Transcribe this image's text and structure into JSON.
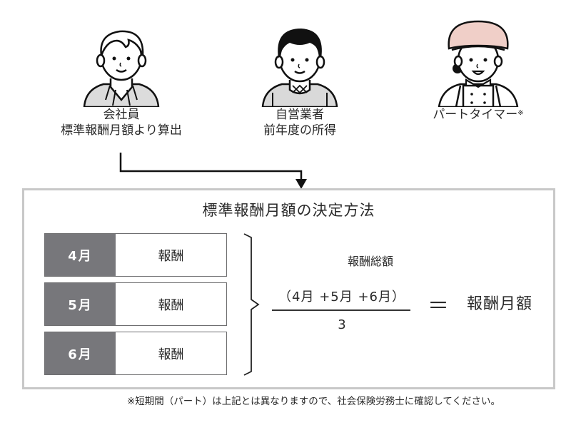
{
  "persons": [
    {
      "label_line1": "会社員",
      "label_line2": "標準報酬月額より算出",
      "icon": "office-worker-icon"
    },
    {
      "label_line1": "自営業者",
      "label_line2": "前年度の所得",
      "icon": "self-employed-icon"
    },
    {
      "label_line1": "パートタイマー",
      "note_mark": "※",
      "icon": "part-timer-icon"
    }
  ],
  "main": {
    "title": "標準報酬月額の決定方法",
    "rows": [
      {
        "month": "4月",
        "value": "報酬"
      },
      {
        "month": "5月",
        "value": "報酬"
      },
      {
        "month": "6月",
        "value": "報酬"
      }
    ],
    "formula": {
      "label": "報酬総額",
      "numerator": "（4月 +5月 +6月）",
      "denominator": "3",
      "equals": "＝",
      "result": "報酬月額"
    }
  },
  "footnote": "※短期間（パート）は上記とは異なりますので、社会保険労務士に確認してください。",
  "colors": {
    "month_cell": "#77777b",
    "box_border": "#c8c8c8",
    "hat": "#f0cfc8",
    "clothing": "#d9d9d9"
  }
}
